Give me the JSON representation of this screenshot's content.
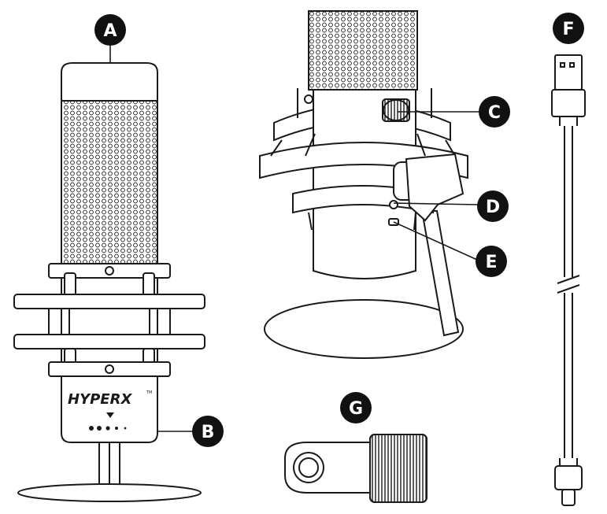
{
  "callouts": {
    "a": "A",
    "b": "B",
    "c": "C",
    "d": "D",
    "e": "E",
    "f": "F",
    "g": "G"
  },
  "brand": {
    "logo_text": "HYPERX",
    "tm": "TM"
  },
  "colors": {
    "line": "#1a1a1a",
    "badge": "#111111",
    "fill": "#ffffff"
  }
}
